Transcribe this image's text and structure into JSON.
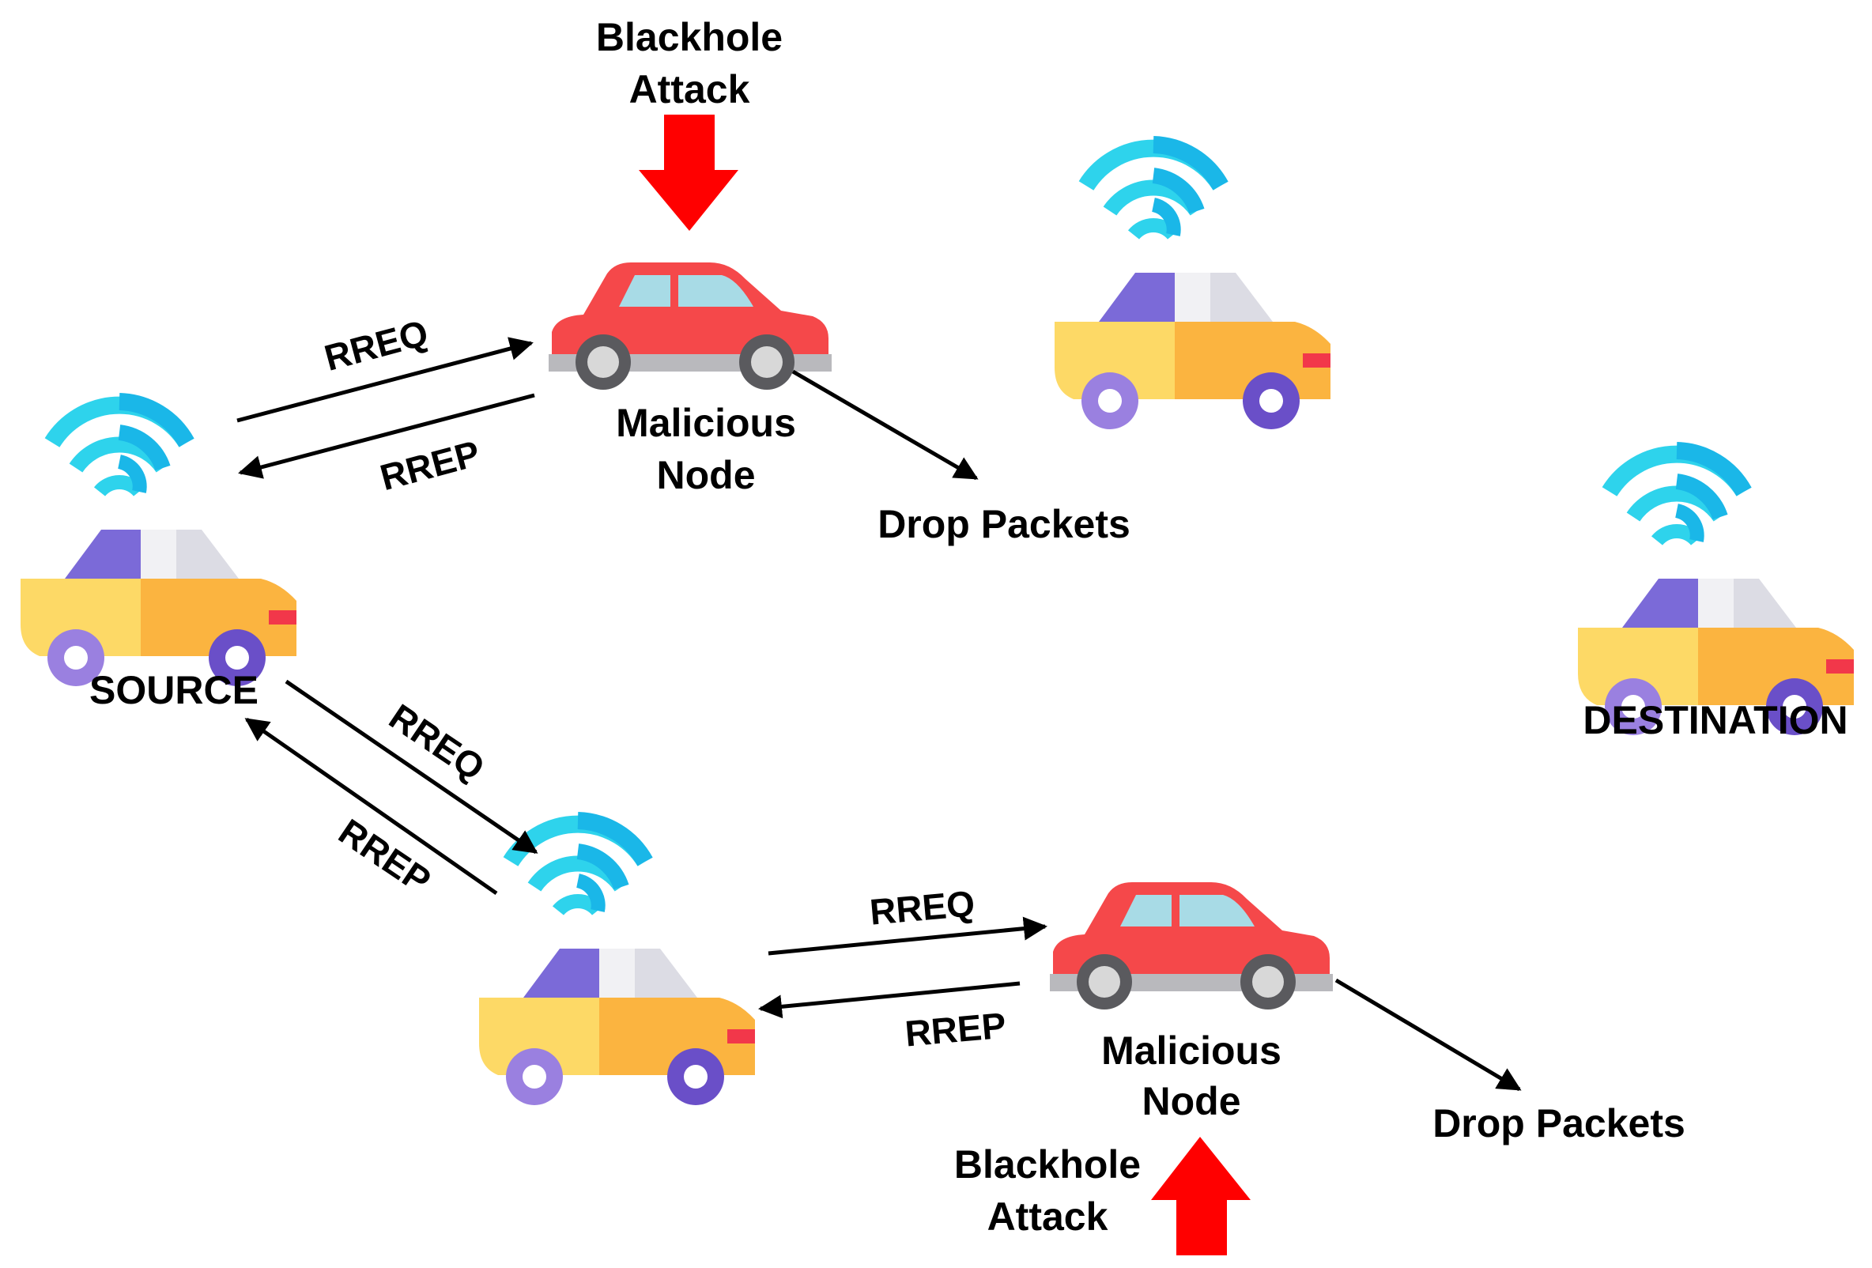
{
  "labels": {
    "blackhole_top_line1": "Blackhole",
    "blackhole_top_line2": "Attack",
    "malicious_top_line1": "Malicious",
    "malicious_top_line2": "Node",
    "drop_top": "Drop Packets",
    "rreq_top": "RREQ",
    "rrep_top": "RREP",
    "source": "SOURCE",
    "destination": "DESTINATION",
    "rreq_diag": "RREQ",
    "rrep_diag": "RREP",
    "rreq_bottom": "RREQ",
    "rrep_bottom": "RREP",
    "malicious_bottom_line1": "Malicious",
    "malicious_bottom_line2": "Node",
    "drop_bottom": "Drop Packets",
    "blackhole_bottom_line1": "Blackhole",
    "blackhole_bottom_line2": "Attack"
  },
  "colors": {
    "attack_arrow": "#ff0000",
    "malicious_car_body": "#f5484a",
    "normal_car_body_front": "#fdd966",
    "normal_car_body_rear": "#fbb440",
    "wifi_signal": "#25c8f0",
    "car_roof": "#7b6ad8"
  },
  "icons": {
    "normal_vehicle": "car-with-wifi-icon",
    "malicious_vehicle": "red-car-icon",
    "attack": "arrow-icon"
  }
}
